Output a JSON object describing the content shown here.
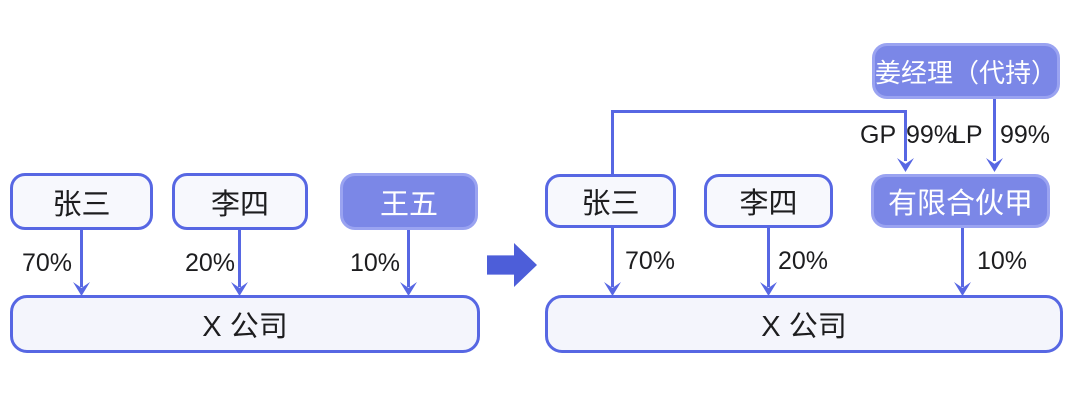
{
  "colors": {
    "line": "#5767e3",
    "light_fill": "#f7f8fd",
    "accent_fill": "#7b87e7",
    "accent_border": "#9aa3f1",
    "big_arrow": "#4d5ed9",
    "text_dark": "#1d1d1f",
    "text_light": "#ffffff",
    "background": "#ffffff"
  },
  "before": {
    "shareholders": [
      {
        "label": "张三",
        "pct": "70%"
      },
      {
        "label": "李四",
        "pct": "20%"
      },
      {
        "label": "王五",
        "pct": "10%"
      }
    ],
    "company": {
      "label": "X 公司"
    }
  },
  "transform": {
    "icon": "right-block-arrow"
  },
  "after": {
    "nominee": {
      "label": "姜经理（代持）"
    },
    "gp_label": "GP",
    "gp_pct": "99%",
    "lp_label": "LP",
    "lp_pct": "99%",
    "shareholders": [
      {
        "label": "张三",
        "pct": "70%"
      },
      {
        "label": "李四",
        "pct": "20%"
      },
      {
        "label": "有限合伙甲",
        "pct": "10%"
      }
    ],
    "company": {
      "label": "X 公司"
    }
  }
}
